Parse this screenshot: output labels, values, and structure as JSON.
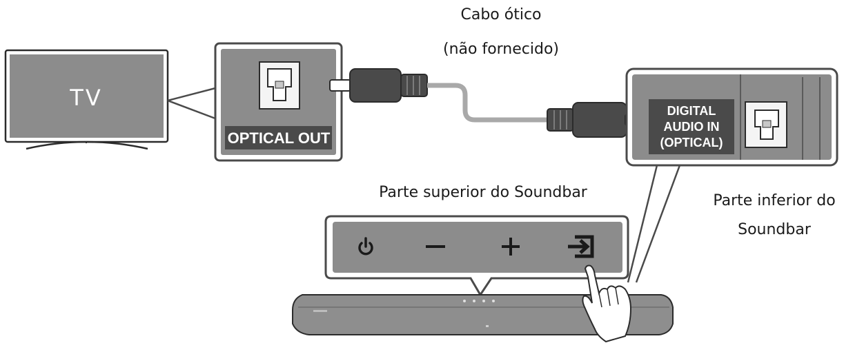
{
  "labels": {
    "tv": "TV",
    "optical_out": "OPTICAL OUT",
    "cable_line1": "Cabo ótico",
    "cable_line2": "(não fornecido)",
    "digital_line1": "DIGITAL",
    "digital_line2": "AUDIO IN",
    "digital_line3": "(OPTICAL)",
    "top_soundbar": "Parte superior do Soundbar",
    "bottom_soundbar_line1": "Parte inferior do",
    "bottom_soundbar_line2": "Soundbar"
  },
  "icons": {
    "power": "power-icon",
    "volume_down": "minus-icon",
    "volume_up": "plus-icon",
    "source": "source-input-icon",
    "hand": "pointing-hand-icon",
    "optical_port": "optical-port-icon"
  },
  "colors": {
    "panel_gray": "#8c8c8c",
    "dark_gray": "#4a4a4a",
    "cable_gray": "#a9a9a9",
    "label_dark": "#3a3a3a",
    "soundbar_gray": "#8e8e8e"
  }
}
